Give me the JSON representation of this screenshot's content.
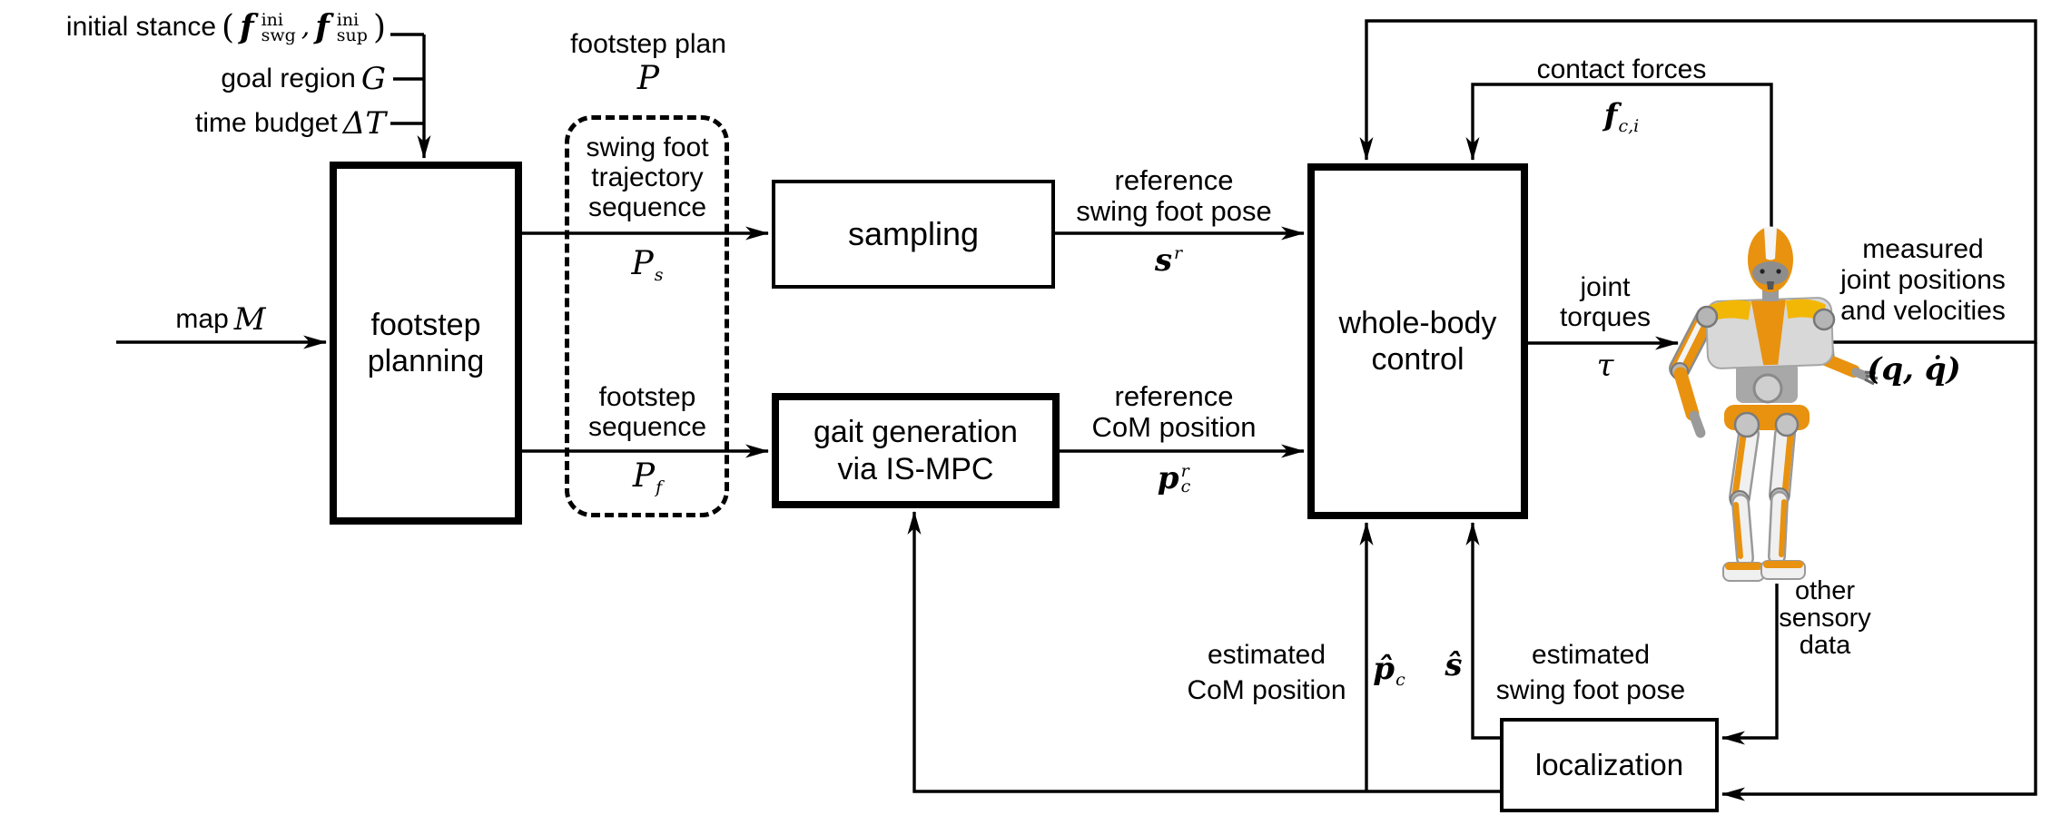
{
  "inputs": {
    "initial_stance": {
      "text": "initial stance",
      "open": "(",
      "f1": "f",
      "sup1": "ini",
      "sub1": "swg",
      "comma": ",",
      "f2": "f",
      "sup2": "ini",
      "sub2": "sup",
      "close": ")"
    },
    "goal_region": {
      "text": "goal region",
      "symbol": "G"
    },
    "time_budget": {
      "text": "time budget",
      "symbol": "ΔT"
    },
    "map": {
      "text": "map",
      "symbol": "M"
    }
  },
  "plan": {
    "title": "footstep plan",
    "symbol": "P",
    "swing_line1": "swing foot",
    "swing_line2": "trajectory",
    "swing_line3": "sequence",
    "swing_sym": "P",
    "swing_sub": "s",
    "foot_line1": "footstep",
    "foot_line2": "sequence",
    "foot_sym": "P",
    "foot_sub": "f"
  },
  "blocks": {
    "footstep_planning_1": "footstep",
    "footstep_planning_2": "planning",
    "sampling": "sampling",
    "gait_1": "gait generation",
    "gait_2": "via IS-MPC",
    "wbc_1": "whole-body",
    "wbc_2": "control",
    "localization": "localization"
  },
  "signals": {
    "ref_swing_1": "reference",
    "ref_swing_2": "swing foot pose",
    "ref_swing_sym": "s",
    "ref_swing_sup": "r",
    "ref_com_1": "reference",
    "ref_com_2": "CoM position",
    "ref_com_sym": "p",
    "ref_com_sup": "r",
    "ref_com_sub": "c",
    "torque_1": "joint",
    "torque_2": "torques",
    "torque_sym": "τ",
    "contact": "contact forces",
    "contact_sym": "f",
    "contact_sub": "c,i",
    "measured_1": "measured",
    "measured_2": "joint positions",
    "measured_3": "and velocities",
    "measured_sym": "(q, q̇)",
    "est_com_1": "estimated",
    "est_com_2": "CoM position",
    "est_com_sym": "p̂",
    "est_com_sub": "c",
    "est_swing_sym": "ŝ",
    "est_swing_1": "estimated",
    "est_swing_2": "swing foot pose",
    "sensory_1": "other",
    "sensory_2": "sensory",
    "sensory_3": "data"
  },
  "colors": {
    "line": "#000000",
    "robot_orange": "#E8920F",
    "robot_grey": "#ABABAB",
    "background": "#ffffff"
  }
}
